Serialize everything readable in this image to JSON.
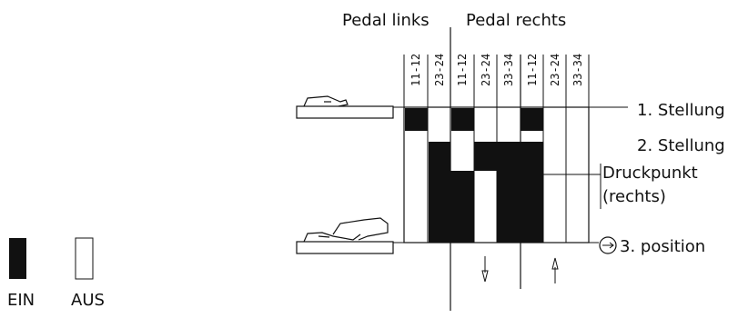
{
  "header": {
    "left_label": "Pedal links",
    "right_label": "Pedal rechts"
  },
  "columns": [
    "11-12",
    "23-24",
    "11-12",
    "23-24",
    "33-34",
    "11-12",
    "23-24",
    "33-34"
  ],
  "positions": {
    "first": "1. Stellung",
    "second": "2. Stellung",
    "pressure_point_line1": "Druckpunkt",
    "pressure_point_line2": "(rechts)",
    "third": "3. position"
  },
  "legend": {
    "on_label": "EIN",
    "off_label": "AUS"
  },
  "colors": {
    "ink": "#111111",
    "background": "#ffffff"
  },
  "icons": [
    "pedal-released-icon",
    "pedal-pressed-icon",
    "arrow-down-icon",
    "arrow-up-icon",
    "circle-arrow-icon"
  ]
}
